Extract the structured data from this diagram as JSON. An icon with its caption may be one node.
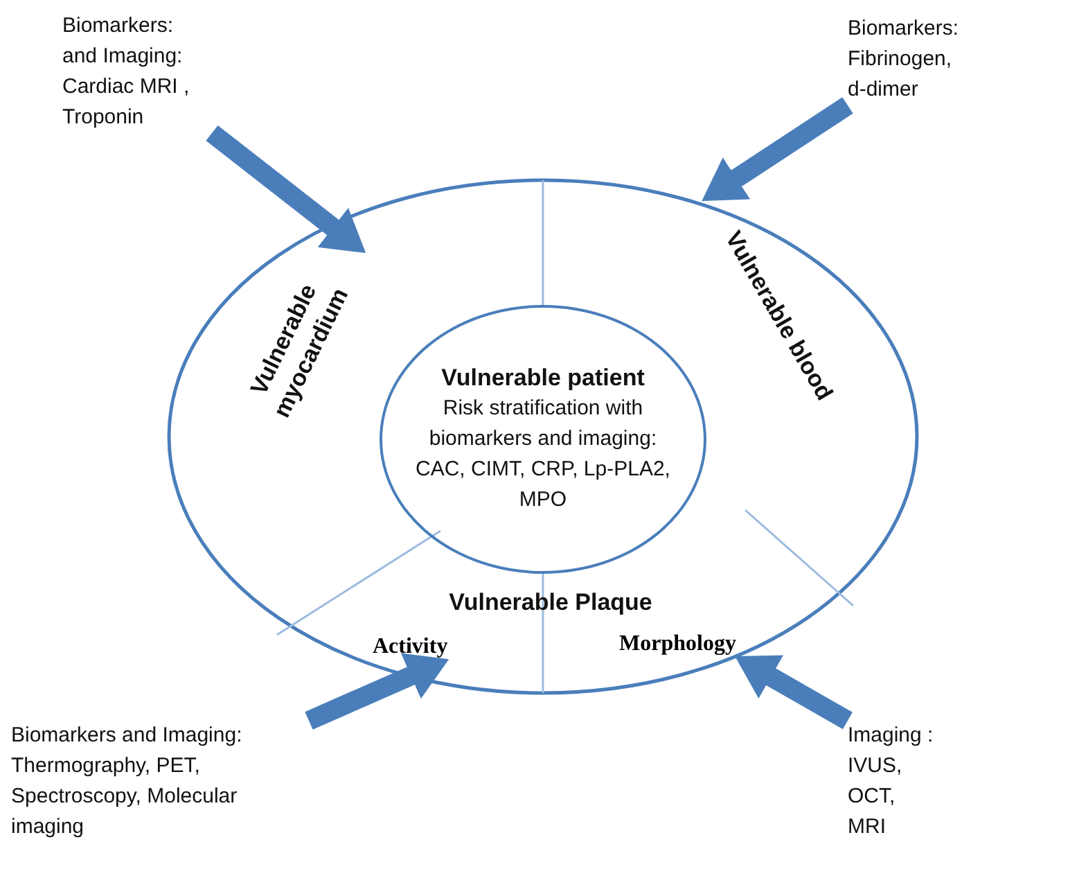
{
  "diagram": {
    "nodes": [
      {
        "text": [
          "Vulnerable myocardium"
        ]
      },
      {
        "text": [
          "Vulnerable blood"
        ]
      },
      {
        "text": [
          "Vulnerable Plaque"
        ]
      },
      {
        "text": [
          "Activity"
        ],
        "in": 2
      },
      {
        "text": [
          "Morphology"
        ],
        "in": 2
      },
      {
        "text": [
          "Vulnerable patient",
          "Risk stratification with biomarkers and imaging: CAC, CIMT, CRP, Lp-PLA2, MPO"
        ]
      },
      {
        "text": [
          "Biomarkers: and Imaging: Cardiac MRI , Troponin"
        ]
      },
      {
        "text": [
          "Biomarkers: Fibrinogen, d-dimer"
        ]
      },
      {
        "text": [
          "Biomarkers and Imaging: Thermography, PET, Spectroscopy, Molecular imaging"
        ]
      },
      {
        "text": [
          "Imaging : IVUS, OCT, MRI"
        ]
      }
    ],
    "edges": [
      {
        "from": 6,
        "to": 0,
        "arrow": "to"
      },
      {
        "from": 7,
        "to": 1,
        "arrow": "to"
      },
      {
        "from": 8,
        "to": 3,
        "arrow": "to"
      },
      {
        "from": 9,
        "to": 4,
        "arrow": "to"
      }
    ]
  }
}
